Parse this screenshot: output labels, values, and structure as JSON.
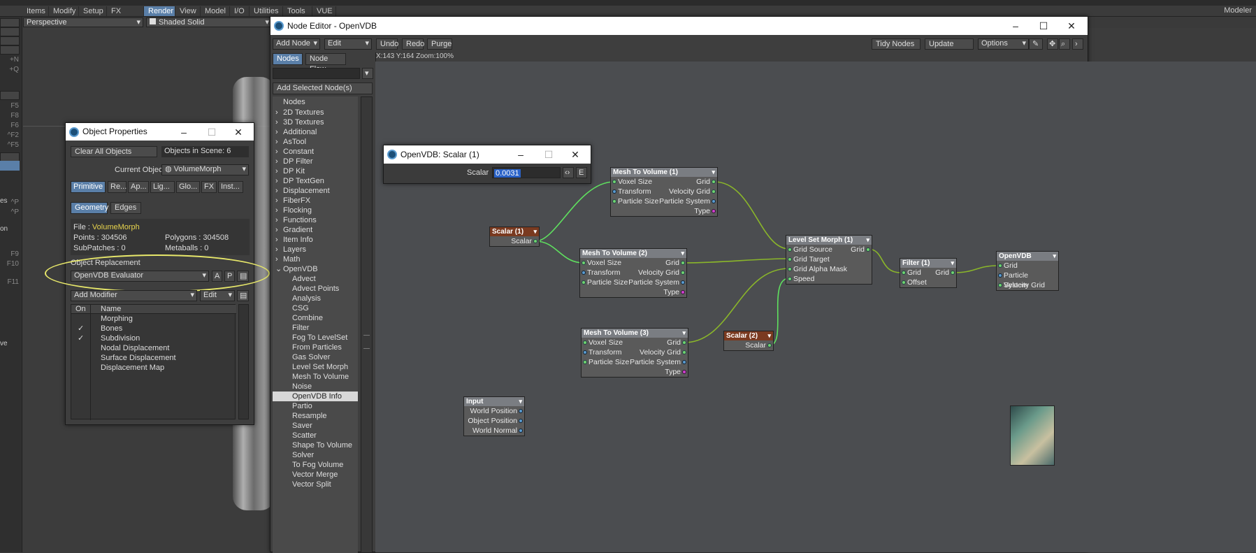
{
  "menu": [
    "Items",
    "Modify",
    "Setup",
    "FX Tools",
    "Render",
    "View",
    "Model",
    "I/O",
    "Utilities",
    "Tools",
    "VUE"
  ],
  "menu_active": "Render",
  "modeler": "Modeler",
  "viewport": {
    "view": "Perspective",
    "shading": "Shaded Solid"
  },
  "left_keys": [
    "+N",
    "+Q",
    "F5",
    "F8",
    "F6",
    "^F2",
    "^F5",
    "^P",
    "^P",
    "F9",
    "F10",
    "F11"
  ],
  "left_labels": [
    "es",
    "on",
    "ve"
  ],
  "objprops": {
    "title": "Object Properties",
    "clear_all": "Clear All Objects",
    "objects_in_scene": "Objects in Scene: 6",
    "current_object_label": "Current Object",
    "current_object": "VolumeMorph",
    "tabs": [
      "Primitive",
      "Re...",
      "Ap...",
      "Lig...",
      "Glo...",
      "FX",
      "Inst..."
    ],
    "subtabs": [
      "Geometry",
      "Edges"
    ],
    "file_label": "File : ",
    "file_name": "VolumeMorph",
    "points": "Points : 304506",
    "polygons": "Polygons : 304508",
    "subpatches": "SubPatches : 0",
    "metaballs": "Metaballs : 0",
    "replacement_label": "Object Replacement",
    "replacement": "OpenVDB Evaluator",
    "rep_btns": [
      "A",
      "P"
    ],
    "add_modifier": "Add Modifier",
    "edit": "Edit",
    "col_on": "On",
    "col_name": "Name",
    "modifiers": [
      {
        "on": "",
        "name": "Morphing"
      },
      {
        "on": "✓",
        "name": "Bones"
      },
      {
        "on": "✓",
        "name": "Subdivision"
      },
      {
        "on": "",
        "name": "Nodal Displacement"
      },
      {
        "on": "",
        "name": "Surface Displacement"
      },
      {
        "on": "",
        "name": "Displacement Map"
      }
    ]
  },
  "nodeeditor": {
    "title": "Node Editor - OpenVDB",
    "add_node": "Add Node",
    "edit": "Edit",
    "undo": "Undo",
    "redo": "Redo",
    "purge": "Purge",
    "tidy": "Tidy Nodes",
    "update": "Update",
    "options": "Options",
    "tabs": [
      "Nodes",
      "Node Flow"
    ],
    "add_selected": "Add Selected Node(s)",
    "list_header": "Nodes",
    "status": "X:143 Y:164 Zoom:100%",
    "categories": [
      "2D Textures",
      "3D Textures",
      "Additional",
      "AsTool",
      "Constant",
      "DP Filter",
      "DP Kit",
      "DP TextGen",
      "Displacement",
      "FiberFX",
      "Flocking",
      "Functions",
      "Gradient",
      "Item Info",
      "Layers",
      "Math",
      "OpenVDB"
    ],
    "openvdb_items": [
      "Advect",
      "Advect Points",
      "Analysis",
      "CSG",
      "Combine",
      "Filter",
      "Fog To LevelSet",
      "From Particles",
      "Gas Solver",
      "Level Set Morph",
      "Mesh To Volume",
      "Noise",
      "OpenVDB Info",
      "Partio",
      "Resample",
      "Saver",
      "Scatter",
      "Shape To Volume",
      "Solver",
      "To Fog Volume",
      "Vector Merge",
      "Vector Split"
    ],
    "selected_item": "OpenVDB Info"
  },
  "scalarwin": {
    "title": "OpenVDB: Scalar (1)",
    "label": "Scalar",
    "value": "0.0031",
    "e": "E"
  },
  "nodes": {
    "scalar1": {
      "title": "Scalar (1)",
      "out": "Scalar"
    },
    "scalar2": {
      "title": "Scalar (2)",
      "out": "Scalar"
    },
    "mtv1": {
      "title": "Mesh To Volume (1)"
    },
    "mtv2": {
      "title": "Mesh To Volume (2)"
    },
    "mtv3": {
      "title": "Mesh To Volume (3)"
    },
    "mtv_in": [
      "Voxel Size",
      "Transform",
      "Particle Size"
    ],
    "mtv_out": [
      "Grid",
      "Velocity Grid",
      "Particle System",
      "Type"
    ],
    "lsm": {
      "title": "Level Set Morph (1)",
      "inputs": [
        "Grid Source",
        "Grid Target",
        "Grid Alpha Mask",
        "Speed"
      ],
      "out": "Grid"
    },
    "filter": {
      "title": "Filter (1)",
      "inputs": [
        "Grid",
        "Offset"
      ],
      "out": "Grid"
    },
    "openvdb": {
      "title": "OpenVDB",
      "inputs": [
        "Grid",
        "Particle System",
        "Velocity Grid"
      ]
    },
    "input": {
      "title": "Input",
      "outs": [
        "World Position",
        "Object Position",
        "World Normal"
      ]
    }
  }
}
